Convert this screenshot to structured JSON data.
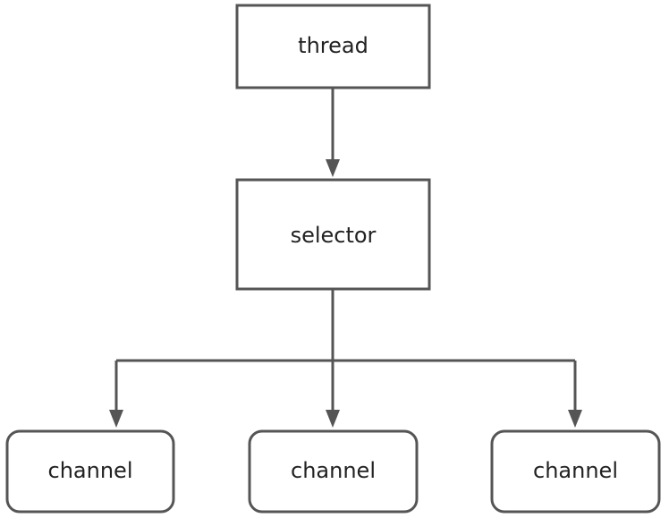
{
  "diagram": {
    "nodes": {
      "thread": "thread",
      "selector": "selector",
      "channel_1": "channel",
      "channel_2": "channel",
      "channel_3": "channel"
    },
    "edges": [
      {
        "from": "thread",
        "to": "selector"
      },
      {
        "from": "selector",
        "to": "channel_1"
      },
      {
        "from": "selector",
        "to": "channel_2"
      },
      {
        "from": "selector",
        "to": "channel_3"
      }
    ],
    "colors": {
      "stroke": "#555555",
      "text": "#222222",
      "background": "#ffffff"
    }
  }
}
